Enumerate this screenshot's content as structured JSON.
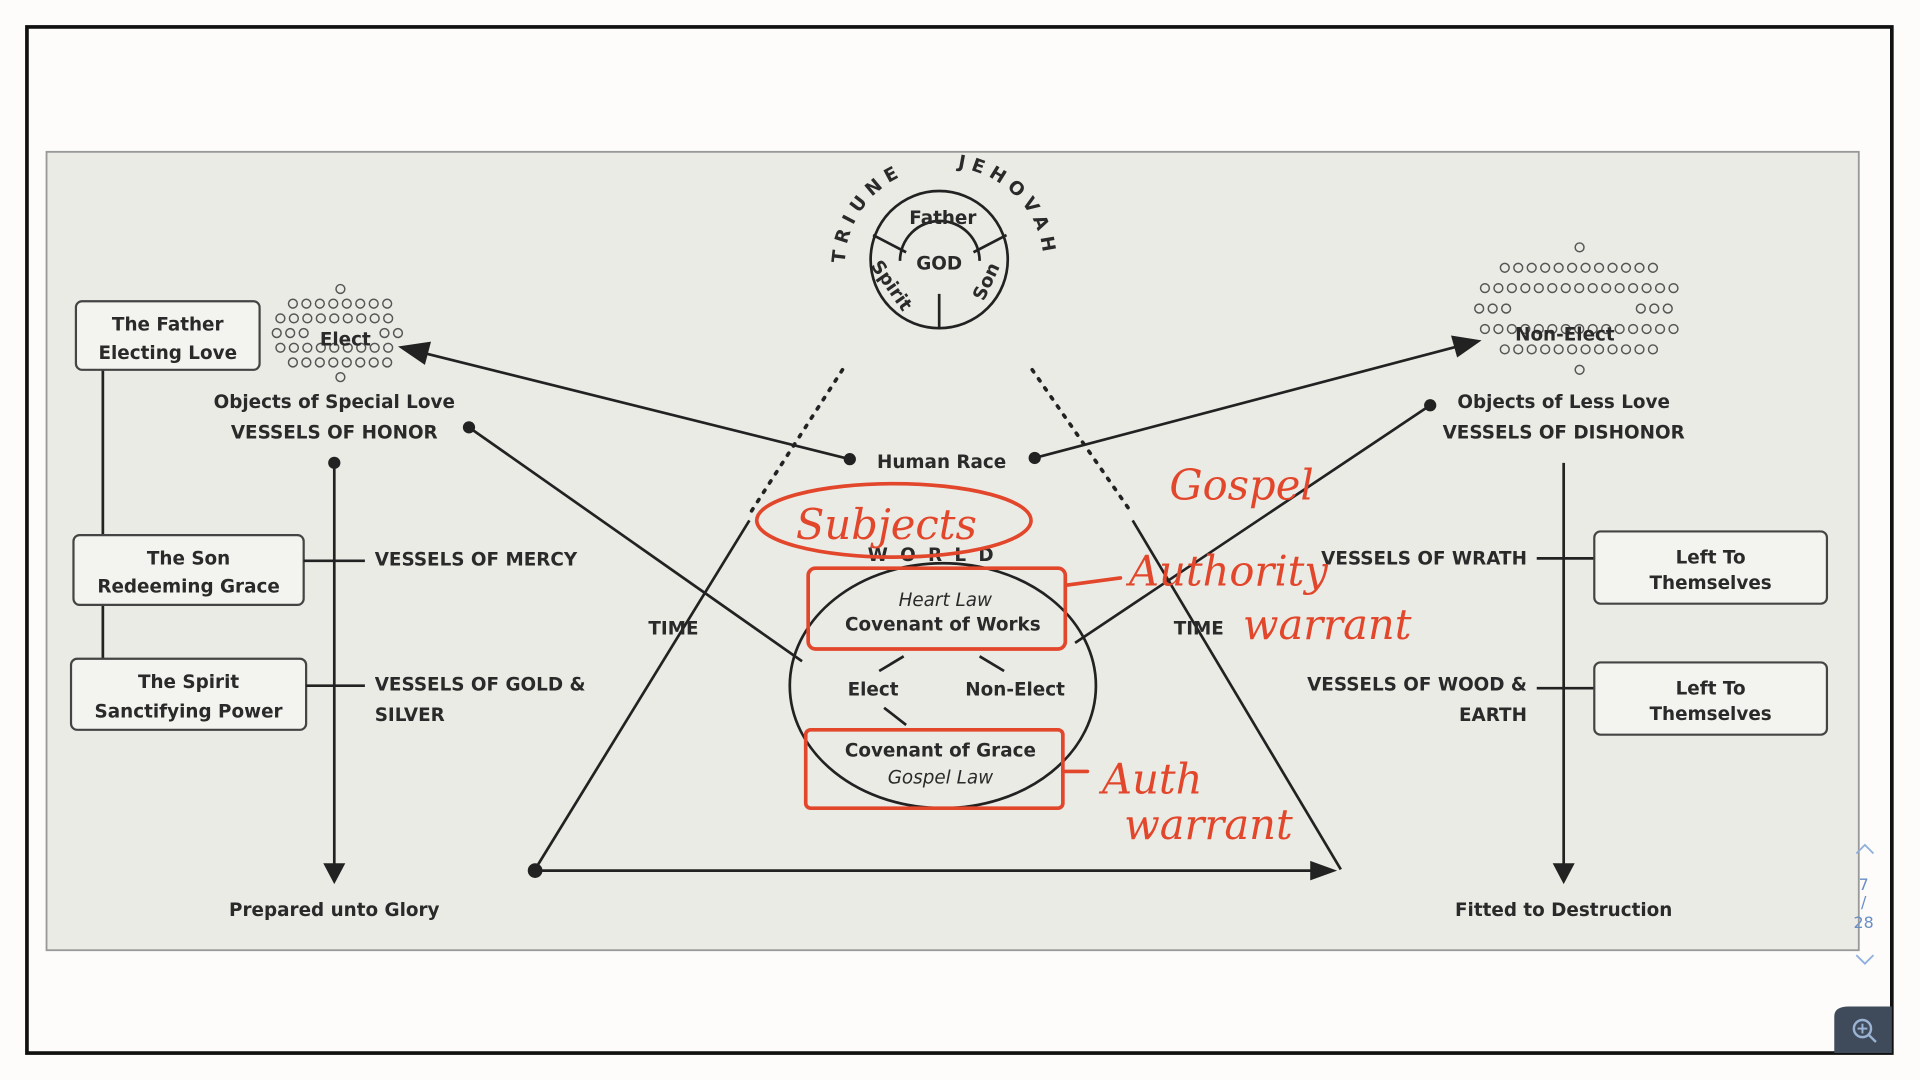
{
  "viewer": {
    "page_current": "7",
    "page_sep": "/",
    "page_total": "28",
    "zoom_icon": "zoom-in-icon",
    "prev_icon": "chevron-up-icon",
    "next_icon": "chevron-down-icon"
  },
  "diagram": {
    "god": {
      "arc_left": "TRIUNE",
      "arc_right": "JEHOVAH",
      "center": "GOD",
      "father": "Father",
      "son": "Son",
      "spirit": "Spirit"
    },
    "left": {
      "father_box": [
        "The Father",
        "Electing Love"
      ],
      "son_box": [
        "The Son",
        "Redeeming Grace"
      ],
      "spirit_box": [
        "The Spirit",
        "Sanctifying Power"
      ],
      "cloud_label": "Elect",
      "objects": "Objects of Special Love",
      "vessels": "VESSELS OF HONOR",
      "mercy": "VESSELS OF MERCY",
      "gold": [
        "VESSELS OF GOLD &",
        "SILVER"
      ],
      "end": "Prepared unto Glory"
    },
    "right": {
      "cloud_label": "Non-Elect",
      "objects": "Objects of Less Love",
      "vessels": "VESSELS OF DISHONOR",
      "wrath": "VESSELS OF WRATH",
      "wood": [
        "VESSELS OF WOOD &",
        "EARTH"
      ],
      "box1": [
        "Left To",
        "Themselves"
      ],
      "box2": [
        "Left To",
        "Themselves"
      ],
      "end": "Fitted to Destruction"
    },
    "center": {
      "human_race": "Human Race",
      "world": "WORLD",
      "time_left": "TIME",
      "time_right": "TIME",
      "heart_law": "Heart Law",
      "covenant_works": "Covenant of Works",
      "elect": "Elect",
      "non_elect": "Non-Elect",
      "covenant_grace": "Covenant of Grace",
      "gospel_law": "Gospel Law"
    }
  },
  "annotations": {
    "subjects": "Subjects",
    "gospel": "Gospel",
    "authority": "Authority",
    "warrant": "warrant",
    "auth": "Auth",
    "warrant2": "warrant"
  },
  "colors": {
    "annotation": "#e2472c",
    "slide_bg": "#ebebe6"
  }
}
